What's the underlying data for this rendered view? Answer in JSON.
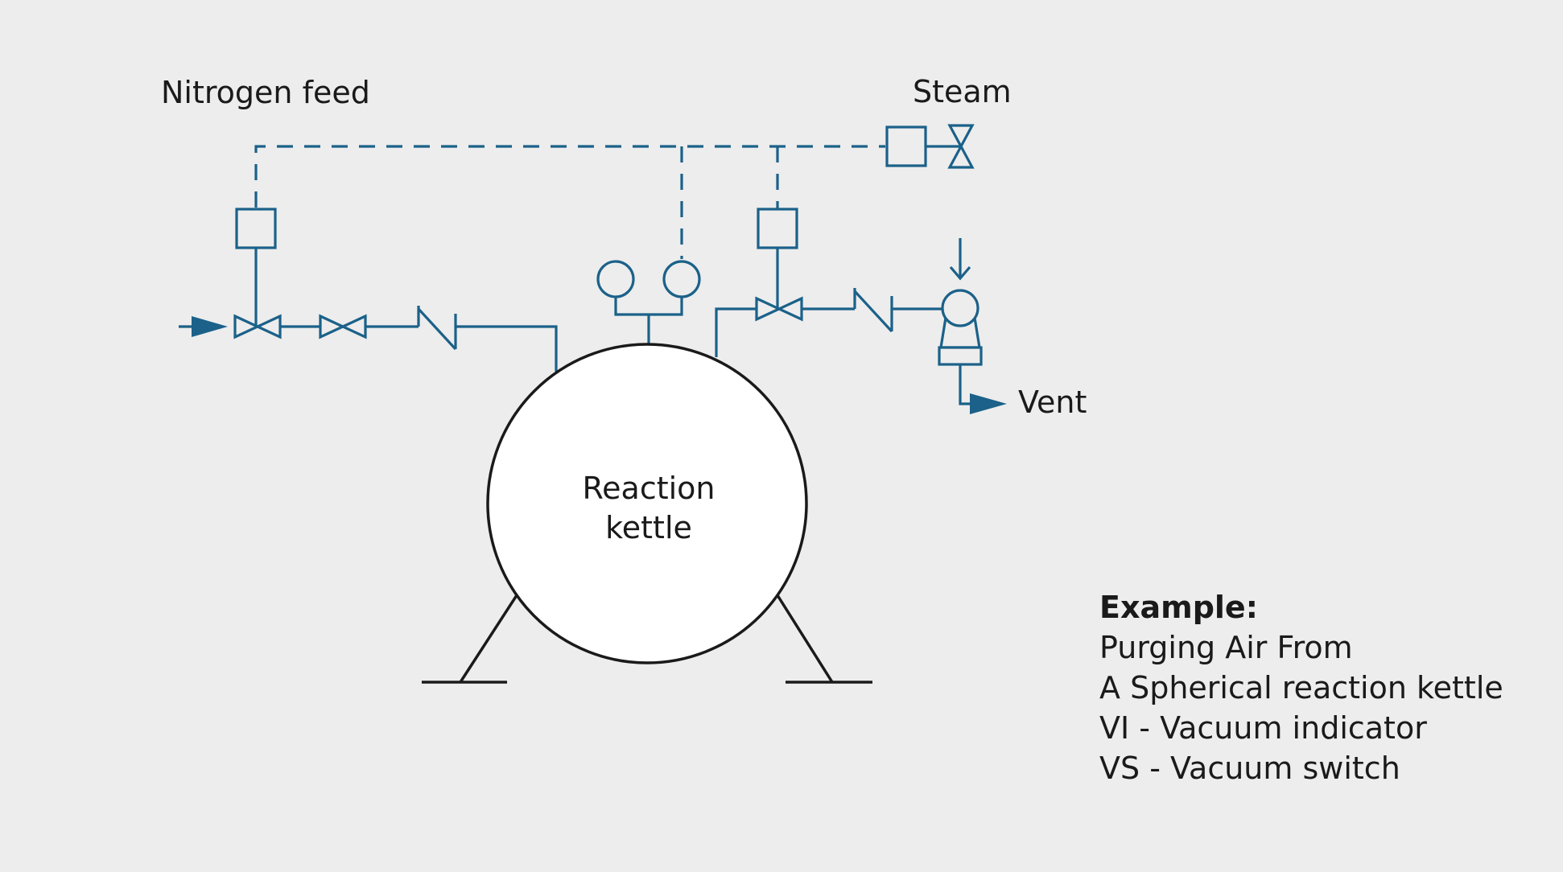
{
  "labels": {
    "nitrogen_feed": "Nitrogen feed",
    "steam": "Steam",
    "vent": "Vent",
    "vessel_line1": "Reaction",
    "vessel_line2": "kettle"
  },
  "legend": {
    "title": "Example:",
    "lines": [
      "Purging Air From",
      "A Spherical reaction kettle",
      "VI - Vacuum indicator",
      "VS - Vacuum switch"
    ]
  },
  "colors": {
    "background": "#ededed",
    "piping": "#1b6189",
    "vessel_outline": "#1a1a1a",
    "vessel_fill": "#ffffff"
  }
}
